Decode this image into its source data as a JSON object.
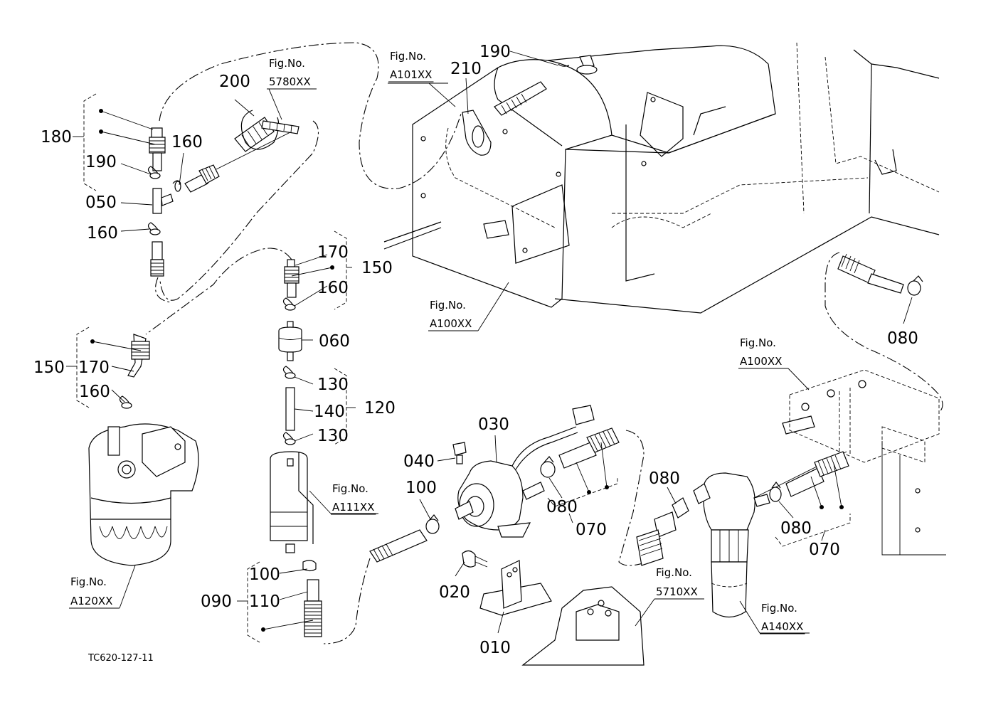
{
  "drawing_code": "TC620-127-11",
  "figure_references": [
    {
      "id": "fig-5780",
      "line1": "Fig.No.",
      "line2": "5780XX"
    },
    {
      "id": "fig-a101",
      "line1": "Fig.No.",
      "line2": "A101XX"
    },
    {
      "id": "fig-a100-top",
      "line1": "Fig.No.",
      "line2": "A100XX"
    },
    {
      "id": "fig-a100-right",
      "line1": "Fig.No.",
      "line2": "A100XX"
    },
    {
      "id": "fig-a111",
      "line1": "Fig.No.",
      "line2": "A111XX"
    },
    {
      "id": "fig-a120",
      "line1": "Fig.No.",
      "line2": "A120XX"
    },
    {
      "id": "fig-5710",
      "line1": "Fig.No.",
      "line2": "5710XX"
    },
    {
      "id": "fig-a140",
      "line1": "Fig.No.",
      "line2": "A140XX"
    }
  ],
  "part_callouts": [
    {
      "id": "c180",
      "text": "180"
    },
    {
      "id": "c190a",
      "text": "190"
    },
    {
      "id": "c160a",
      "text": "160"
    },
    {
      "id": "c050",
      "text": "050"
    },
    {
      "id": "c160b",
      "text": "160"
    },
    {
      "id": "c200",
      "text": "200"
    },
    {
      "id": "c210",
      "text": "210"
    },
    {
      "id": "c190b",
      "text": "190"
    },
    {
      "id": "c170a",
      "text": "170"
    },
    {
      "id": "c150a",
      "text": "150"
    },
    {
      "id": "c160c",
      "text": "160"
    },
    {
      "id": "c060",
      "text": "060"
    },
    {
      "id": "c130a",
      "text": "130"
    },
    {
      "id": "c140",
      "text": "140"
    },
    {
      "id": "c120",
      "text": "120"
    },
    {
      "id": "c130b",
      "text": "130"
    },
    {
      "id": "c150b",
      "text": "150"
    },
    {
      "id": "c170b",
      "text": "170"
    },
    {
      "id": "c160d",
      "text": "160"
    },
    {
      "id": "c100a",
      "text": "100"
    },
    {
      "id": "c090",
      "text": "090"
    },
    {
      "id": "c110",
      "text": "110"
    },
    {
      "id": "c030",
      "text": "030"
    },
    {
      "id": "c040",
      "text": "040"
    },
    {
      "id": "c100b",
      "text": "100"
    },
    {
      "id": "c080a",
      "text": "080"
    },
    {
      "id": "c070a",
      "text": "070"
    },
    {
      "id": "c020",
      "text": "020"
    },
    {
      "id": "c010",
      "text": "010"
    },
    {
      "id": "c080b",
      "text": "080"
    },
    {
      "id": "c080c",
      "text": "080"
    },
    {
      "id": "c070b",
      "text": "070"
    },
    {
      "id": "c080d",
      "text": "080"
    }
  ]
}
